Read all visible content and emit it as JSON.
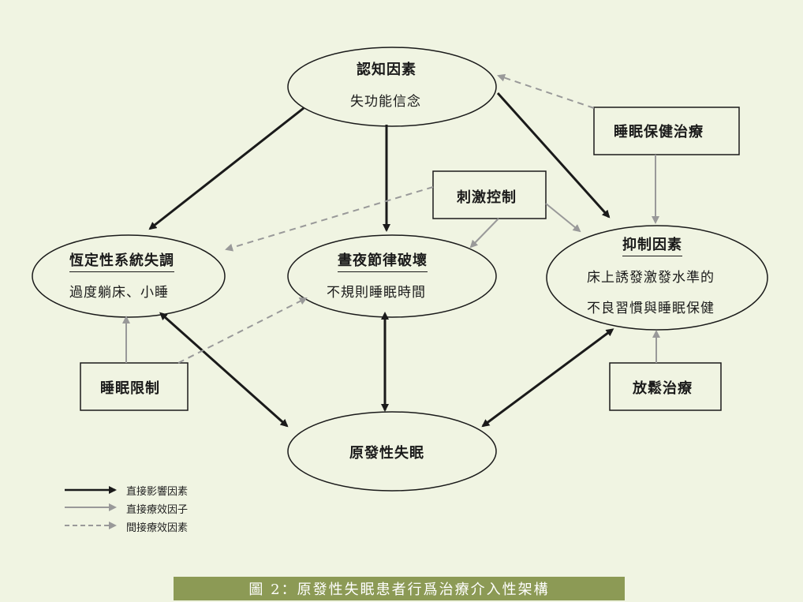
{
  "nodes": {
    "cognitive": {
      "title": "認知因素",
      "sub": "失功能信念"
    },
    "homeostatic": {
      "title": "恆定性系統失調",
      "sub": "過度躺床、小睡"
    },
    "circadian": {
      "title": "晝夜節律破壞",
      "sub": "不規則睡眠時間"
    },
    "inhibitory": {
      "title": "抑制因素",
      "sub1": "床上誘發激發水準的",
      "sub2": "不良習慣與睡眠保健"
    },
    "insomnia": {
      "title": "原發性失眠"
    }
  },
  "boxes": {
    "sleep_hygiene": "睡眠保健治療",
    "stimulus_control": "刺激控制",
    "sleep_restriction": "睡眠限制",
    "relaxation": "放鬆治療"
  },
  "legend": [
    {
      "label": "直接影響因素",
      "style": "solid-black"
    },
    {
      "label": "直接療效因子",
      "style": "solid-gray"
    },
    {
      "label": "間接療效因素",
      "style": "dashed-gray"
    }
  ],
  "caption": "圖 2：原發性失眠患者行爲治療介入性架構",
  "colors": {
    "background": "#f0f4e2",
    "caption_bg": "#8c9a55",
    "direct": "#1a1a1a",
    "therapy": "#999999"
  }
}
